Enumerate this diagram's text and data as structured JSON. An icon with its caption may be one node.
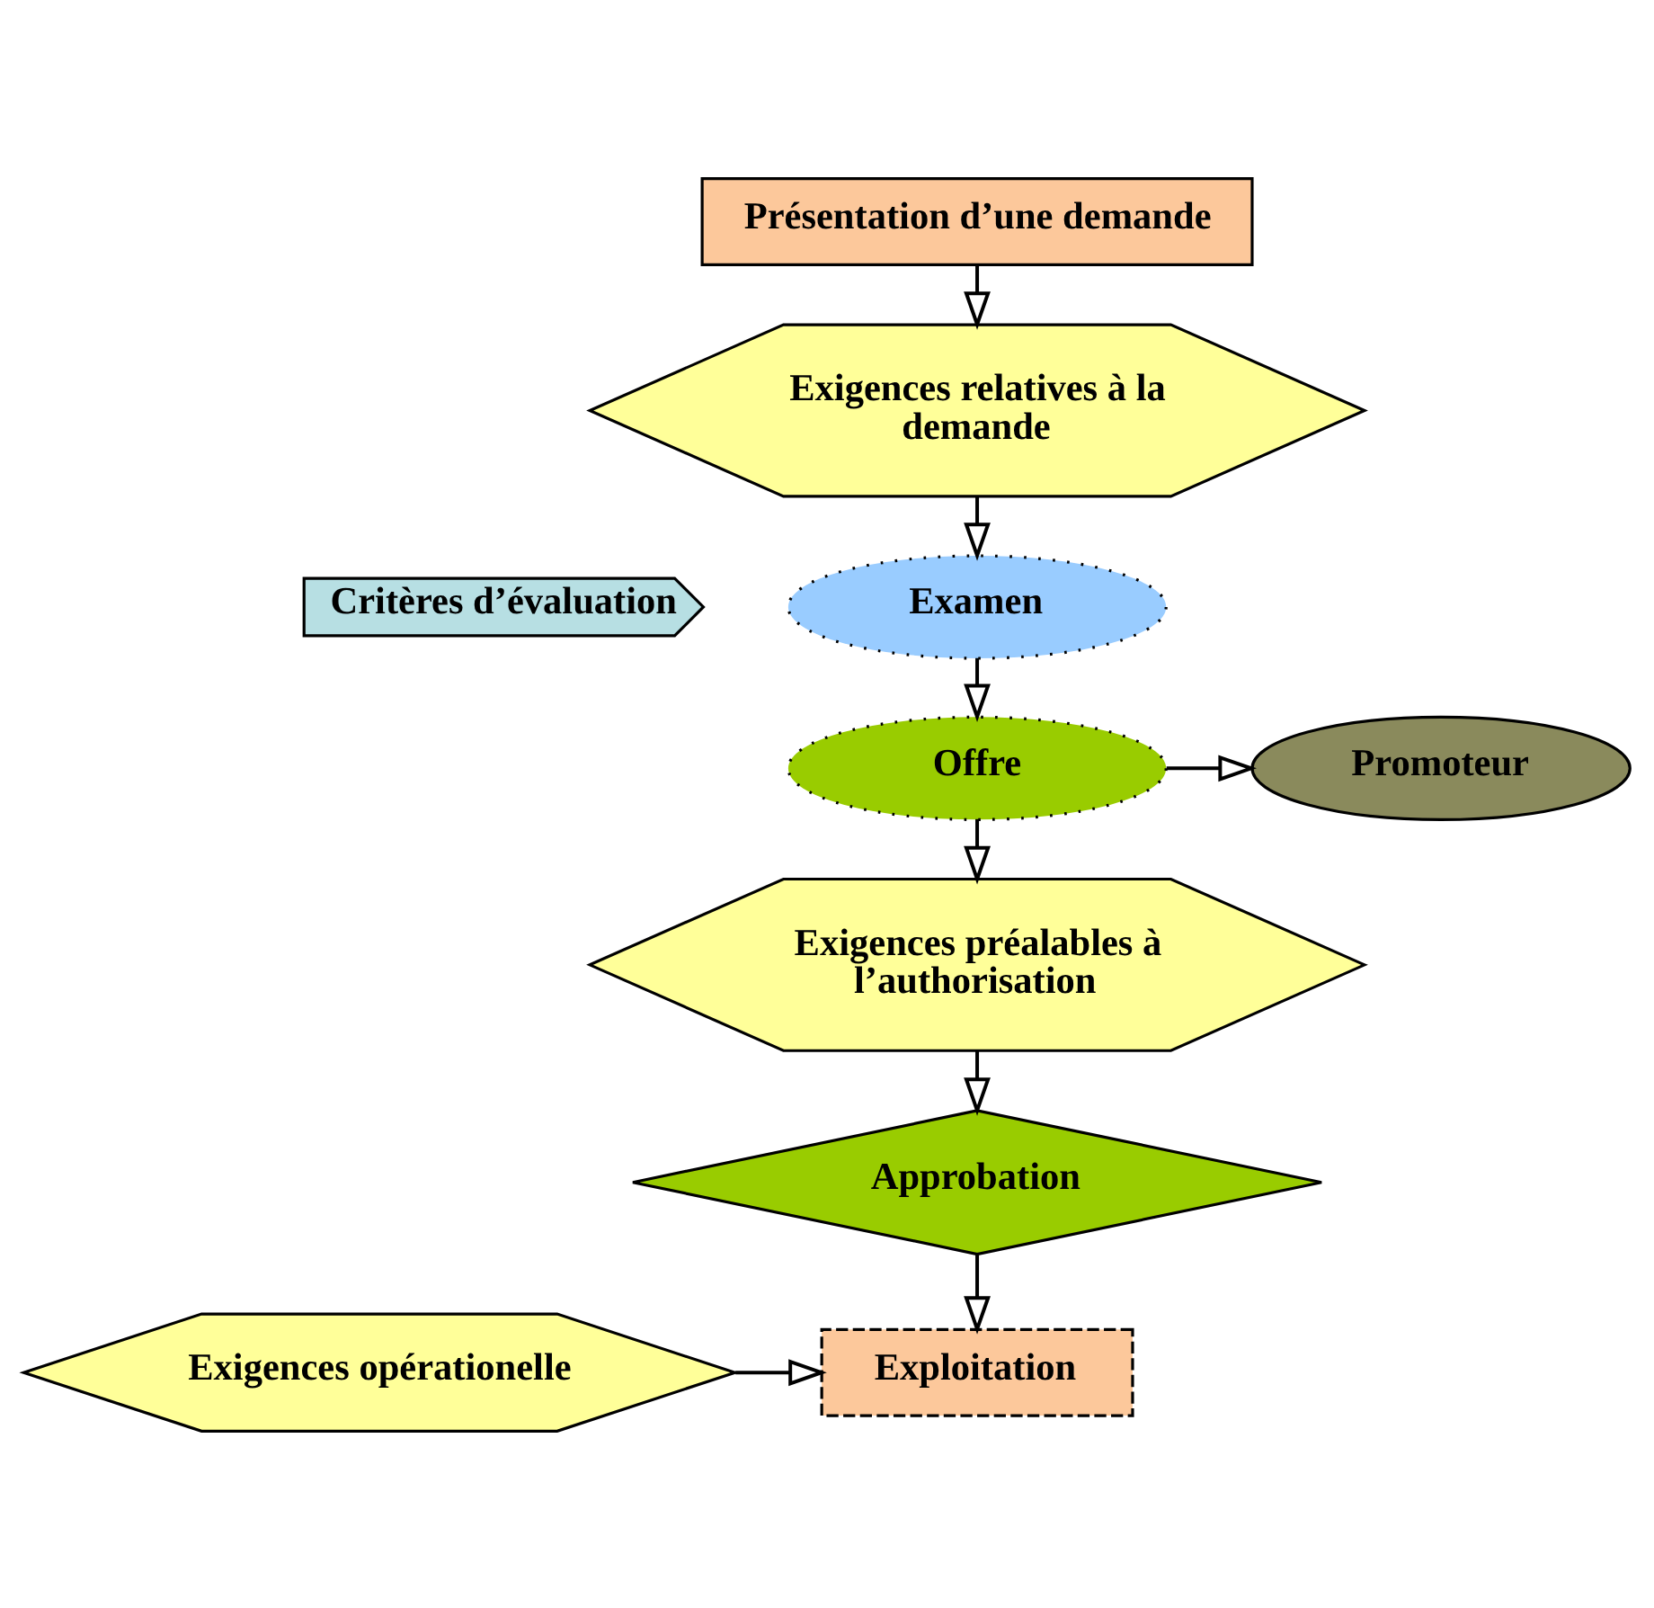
{
  "diagram": {
    "nodes": [
      {
        "text": [
          "Présentation d’une demande"
        ]
      },
      {
        "text": [
          "Exigences relatives à la demande"
        ]
      },
      {
        "text": [
          "Critères d’évaluation"
        ]
      },
      {
        "text": [
          "Examen"
        ]
      },
      {
        "text": [
          "Offre"
        ]
      },
      {
        "text": [
          "Promoteur"
        ]
      },
      {
        "text": [
          "Exigences préalables à l’authorisation"
        ]
      },
      {
        "text": [
          "Approbation"
        ]
      },
      {
        "text": [
          "Exigences opérationelle"
        ]
      },
      {
        "text": [
          "Exploitation"
        ]
      }
    ],
    "edges": [
      {
        "from": 0,
        "to": 1,
        "arrow": "to"
      },
      {
        "from": 1,
        "to": 3,
        "arrow": "to"
      },
      {
        "from": 3,
        "to": 4,
        "arrow": "to"
      },
      {
        "from": 4,
        "to": 5,
        "arrow": "to"
      },
      {
        "from": 4,
        "to": 6,
        "arrow": "to"
      },
      {
        "from": 6,
        "to": 7,
        "arrow": "to"
      },
      {
        "from": 7,
        "to": 9,
        "arrow": "to"
      },
      {
        "from": 8,
        "to": 9,
        "arrow": "to"
      }
    ]
  }
}
